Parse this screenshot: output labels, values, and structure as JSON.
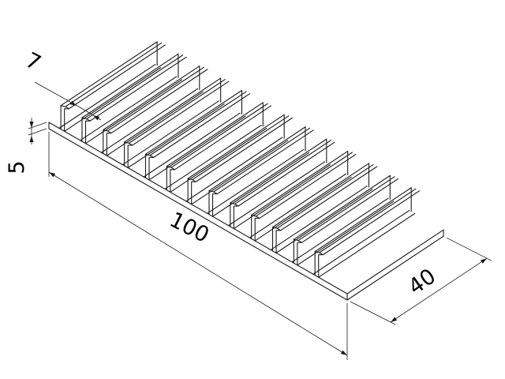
{
  "drawing": {
    "fin_count": 13,
    "line_color": "#1a1a1a",
    "dimensions": {
      "length": "100",
      "width": "40",
      "base_thickness": "5",
      "fin_pitch": "7"
    }
  }
}
